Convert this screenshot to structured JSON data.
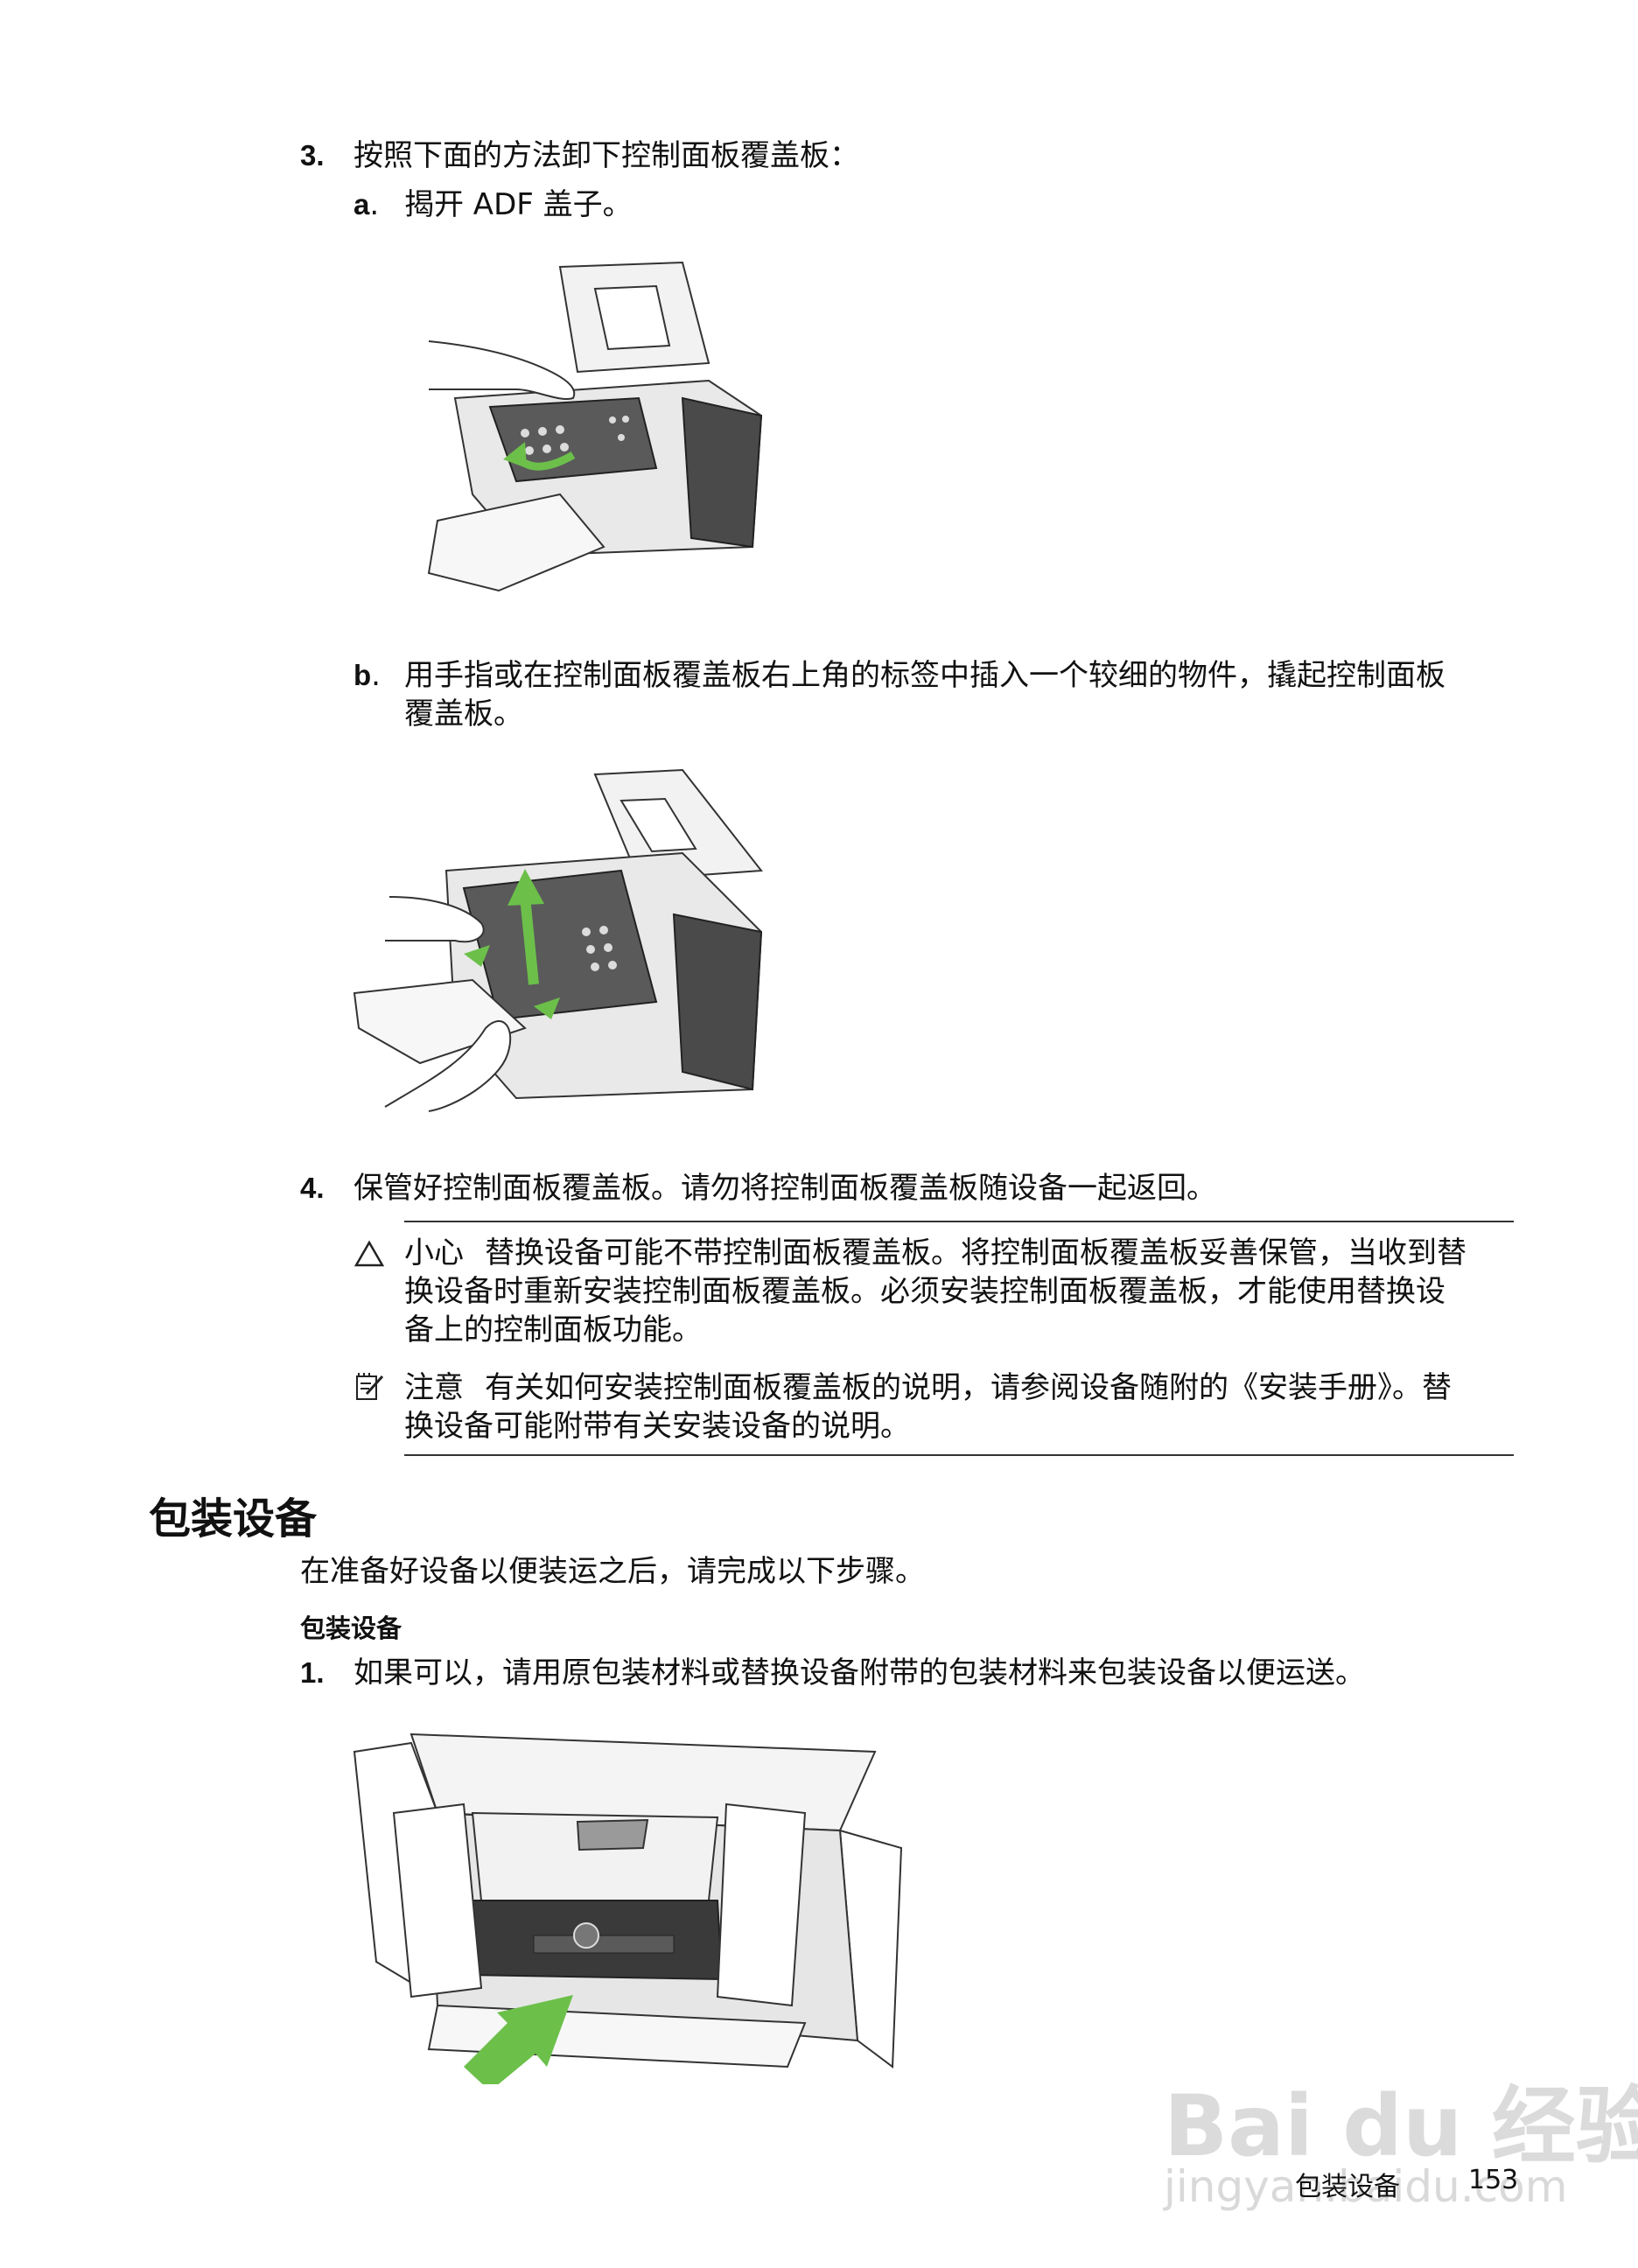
{
  "step3": {
    "number": "3.",
    "text": "按照下面的方法卸下控制面板覆盖板：",
    "a_label": "a",
    "a_text": "揭开 ADF 盖子。",
    "b_label": "b",
    "b_text_line1": "用手指或在控制面板覆盖板右上角的标签中插入一个较细的物件，撬起控制面板",
    "b_text_line2": "覆盖板。"
  },
  "step4": {
    "number": "4.",
    "text": "保管好控制面板覆盖板。请勿将控制面板覆盖板随设备一起返回。"
  },
  "caution": {
    "label": "小心",
    "line1": "替换设备可能不带控制面板覆盖板。将控制面板覆盖板妥善保管，当收到替",
    "line2": "换设备时重新安装控制面板覆盖板。必须安装控制面板覆盖板，才能使用替换设",
    "line3": "备上的控制面板功能。"
  },
  "note": {
    "label": "注意",
    "line1": "有关如何安装控制面板覆盖板的说明，请参阅设备随附的《安装手册》。替",
    "line2": "换设备可能附带有关安装设备的说明。"
  },
  "section": {
    "heading": "包装设备",
    "intro": "在准备好设备以便装运之后，请完成以下步骤。",
    "procedure_title": "包装设备",
    "step1_number": "1.",
    "step1_text": "如果可以，请用原包装材料或替换设备附带的包装材料来包装设备以便运送。"
  },
  "footer": {
    "section_name": "包装设备",
    "page_number": "153"
  },
  "watermark": {
    "text": "Bai du 经验",
    "url_text": "jingyan.baidu.com"
  },
  "colors": {
    "arrow_green": "#6cc04a",
    "device_dark": "#3a3a3a"
  }
}
